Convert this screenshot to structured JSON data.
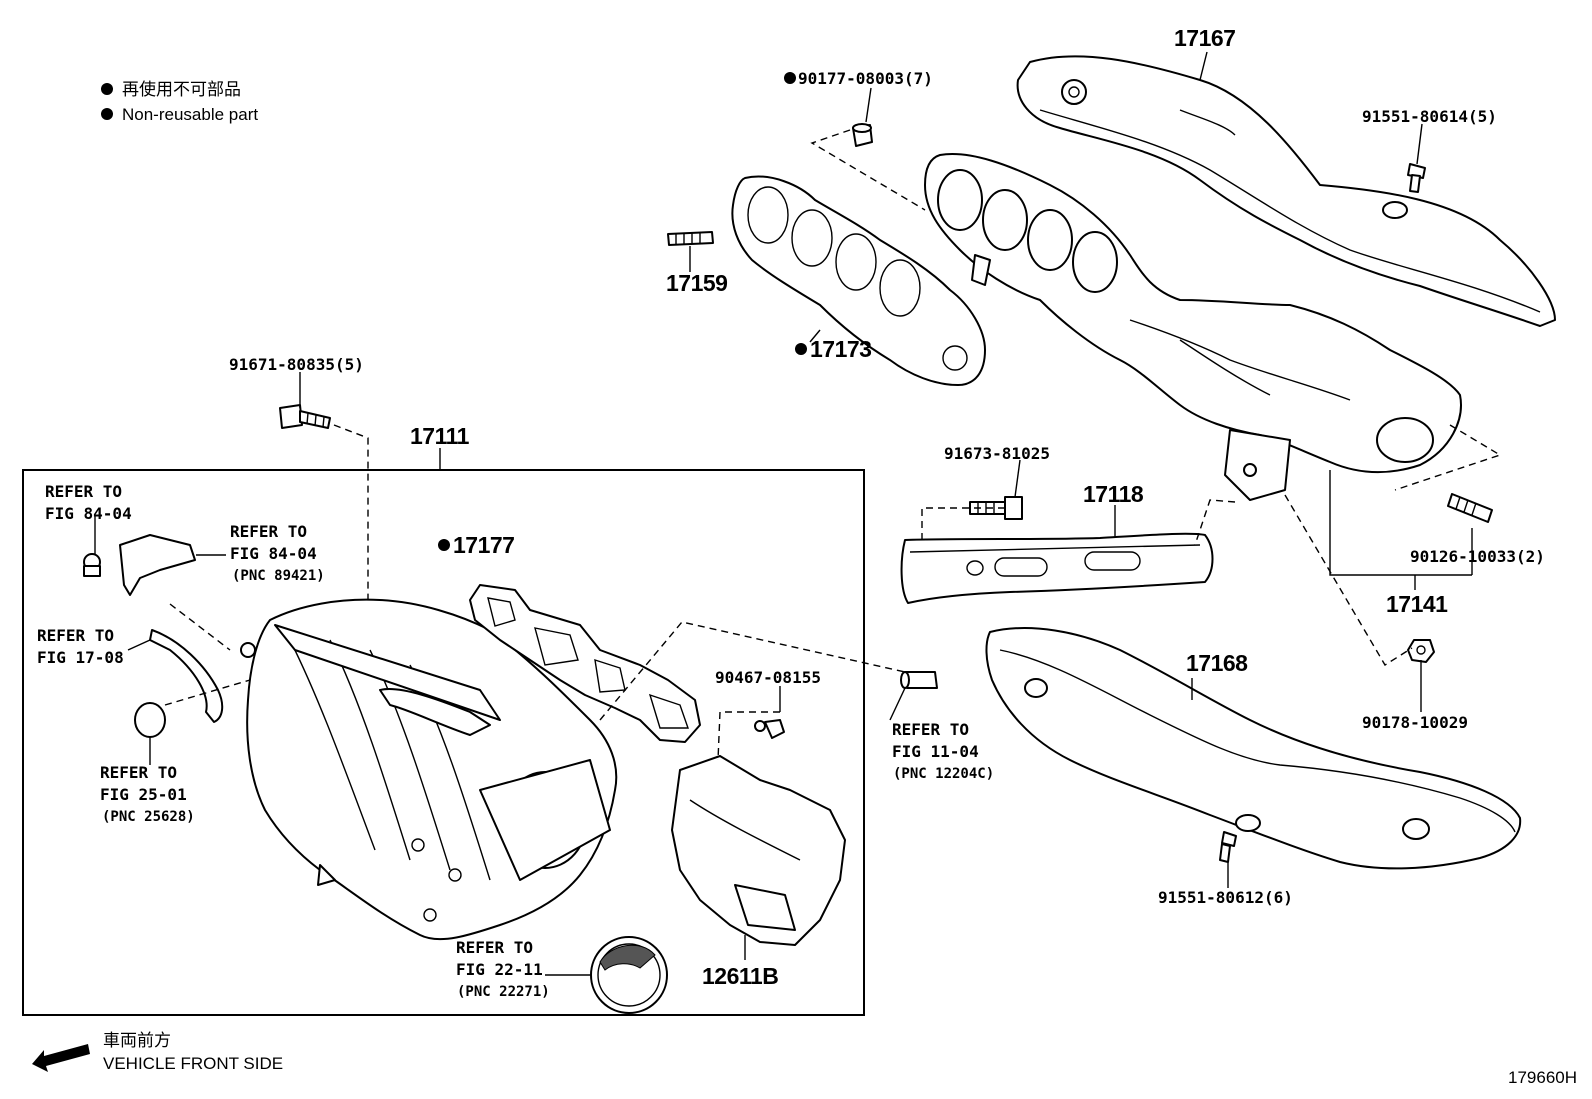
{
  "legend": {
    "jp": "再使用不可部品",
    "en": "Non-reusable part"
  },
  "direction": {
    "jp": "車両前方",
    "en": "VEHICLE FRONT SIDE"
  },
  "figure_id": "179660H",
  "parts": {
    "p17167": "17167",
    "p90177": "90177-08003(7)",
    "p91551_614": "91551-80614(5)",
    "p17159": "17159",
    "p17173": "17173",
    "p91671": "91671-80835(5)",
    "p17111": "17111",
    "p91673": "91673-81025",
    "p17118": "17118",
    "p90126": "90126-10033(2)",
    "p17141": "17141",
    "p17177": "17177",
    "p17168": "17168",
    "p90467": "90467-08155",
    "p90178": "90178-10029",
    "p91551_612": "91551-80612(6)",
    "p12611B": "12611B"
  },
  "refs": {
    "r1": {
      "line1": "REFER TO",
      "line2": "FIG 84-04"
    },
    "r2": {
      "line1": "REFER TO",
      "line2": "FIG 84-04",
      "line3": "(PNC 89421)"
    },
    "r3": {
      "line1": "REFER TO",
      "line2": "FIG 17-08"
    },
    "r4": {
      "line1": "REFER TO",
      "line2": "FIG 25-01",
      "line3": "(PNC 25628)"
    },
    "r5": {
      "line1": "REFER TO",
      "line2": "FIG 11-04",
      "line3": "(PNC 12204C)"
    },
    "r6": {
      "line1": "REFER TO",
      "line2": "FIG 22-11",
      "line3": "(PNC 22271)"
    }
  },
  "non_reusable_marker": "●"
}
